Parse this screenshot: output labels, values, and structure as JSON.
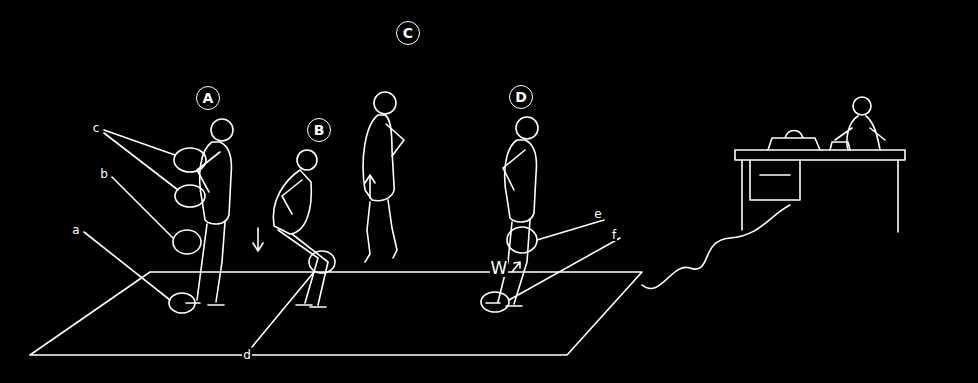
{
  "diagram": {
    "nodes": [
      {
        "text": [
          "C"
        ]
      },
      {
        "text": [
          "A"
        ]
      },
      {
        "text": [
          "D"
        ]
      },
      {
        "text": [
          "B"
        ]
      }
    ],
    "labels": [
      "c",
      "b",
      "a",
      "W",
      "e",
      "f",
      "d"
    ]
  }
}
